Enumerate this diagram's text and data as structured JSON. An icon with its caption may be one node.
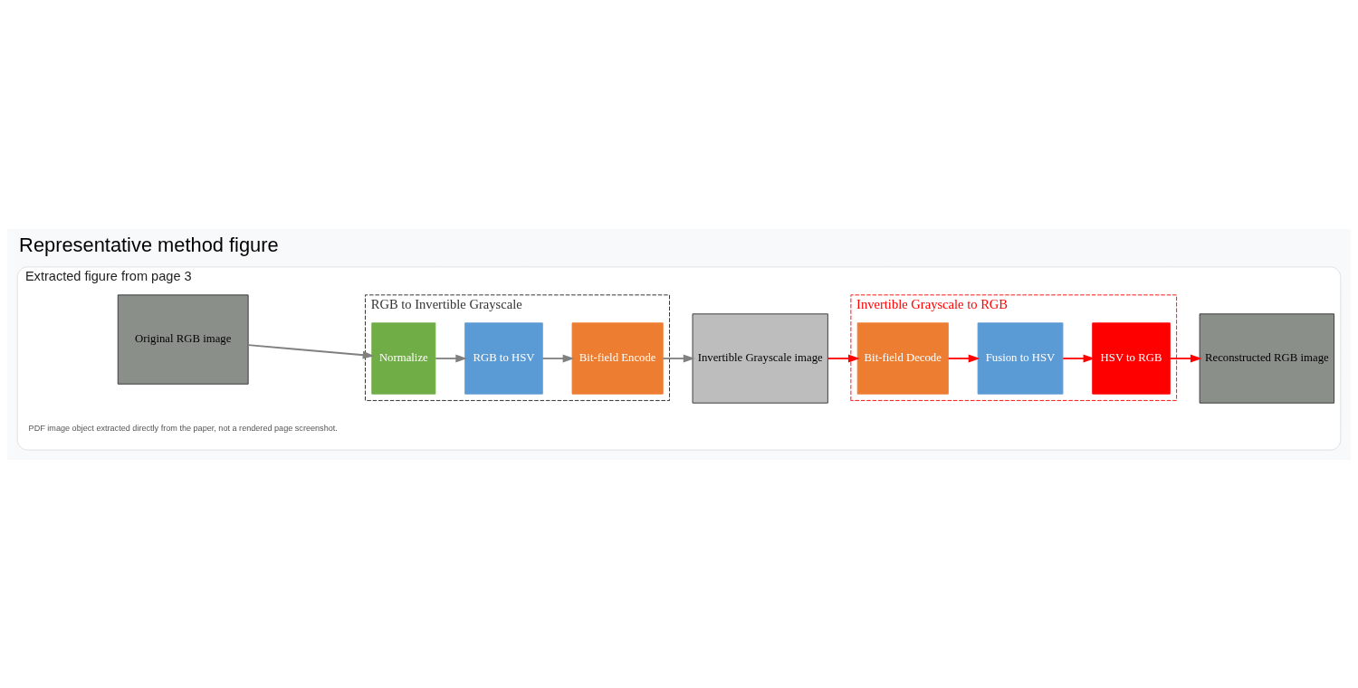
{
  "diagram": {
    "title": "Representative method figure",
    "nodes": [
      {
        "text": [
          "Extracted figure from page 3"
        ]
      },
      {
        "text": [
          "Original RGB image"
        ],
        "in": 0
      },
      {
        "text": [
          "RGB to Invertible Grayscale"
        ],
        "in": 0
      },
      {
        "text": [
          "Normalize"
        ],
        "in": 2
      },
      {
        "text": [
          "RGB to HSV"
        ],
        "in": 2
      },
      {
        "text": [
          "Bit-field Encode"
        ],
        "in": 2
      },
      {
        "text": [
          "Invertible Grayscale image"
        ],
        "in": 0
      },
      {
        "text": [
          "Invertible Grayscale to RGB"
        ],
        "in": 0
      },
      {
        "text": [
          "Bit-field Decode"
        ],
        "in": 7
      },
      {
        "text": [
          "Fusion to HSV"
        ],
        "in": 7
      },
      {
        "text": [
          "HSV to RGB"
        ],
        "in": 7
      },
      {
        "text": [
          "Reconstructed RGB image"
        ],
        "in": 0
      }
    ],
    "edges": [
      {
        "from": 1,
        "to": 3,
        "arrow": "to"
      },
      {
        "from": 3,
        "to": 4,
        "arrow": "to"
      },
      {
        "from": 4,
        "to": 5,
        "arrow": "to"
      },
      {
        "from": 5,
        "to": 6,
        "arrow": "to"
      },
      {
        "from": 6,
        "to": 8,
        "arrow": "to",
        "color": "#ff0000"
      },
      {
        "from": 8,
        "to": 9,
        "arrow": "to",
        "color": "#ff0000"
      },
      {
        "from": 9,
        "to": 10,
        "arrow": "to",
        "color": "#ff0000"
      },
      {
        "from": 10,
        "to": 11,
        "arrow": "to",
        "color": "#ff0000"
      }
    ],
    "labels": [
      "PDF image object extracted directly from the paper, not a rendered page screenshot."
    ]
  }
}
